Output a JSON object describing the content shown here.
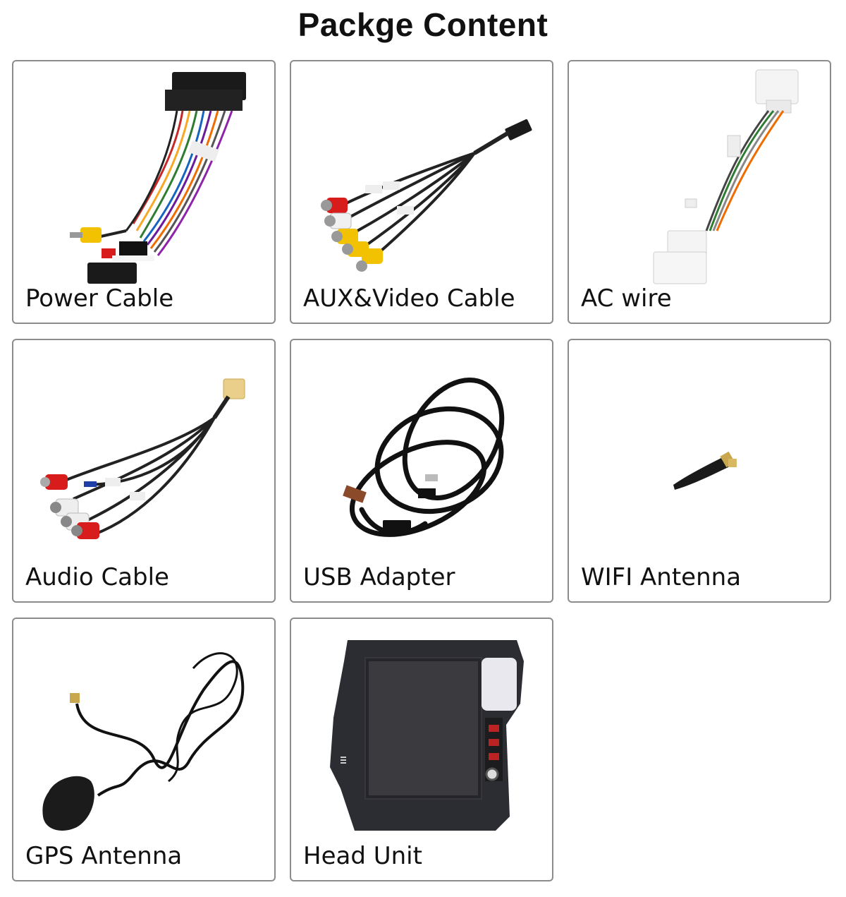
{
  "page": {
    "title": "Packge Content"
  },
  "items": [
    {
      "label": "Power Cable",
      "icon": "power-cable-image"
    },
    {
      "label": "AUX&Video Cable",
      "icon": "aux-video-cable-image"
    },
    {
      "label": "AC wire",
      "icon": "ac-wire-image"
    },
    {
      "label": "Audio Cable",
      "icon": "audio-cable-image"
    },
    {
      "label": "USB Adapter",
      "icon": "usb-adapter-image"
    },
    {
      "label": "WIFI Antenna",
      "icon": "wifi-antenna-image"
    },
    {
      "label": "GPS Antenna",
      "icon": "gps-antenna-image"
    },
    {
      "label": "Head Unit",
      "icon": "head-unit-image"
    }
  ],
  "colors": {
    "border": "#8c8c8c",
    "text": "#111111",
    "rca_red": "#d81b1b",
    "rca_yellow": "#f2c200",
    "rca_white": "#eeeeee"
  }
}
